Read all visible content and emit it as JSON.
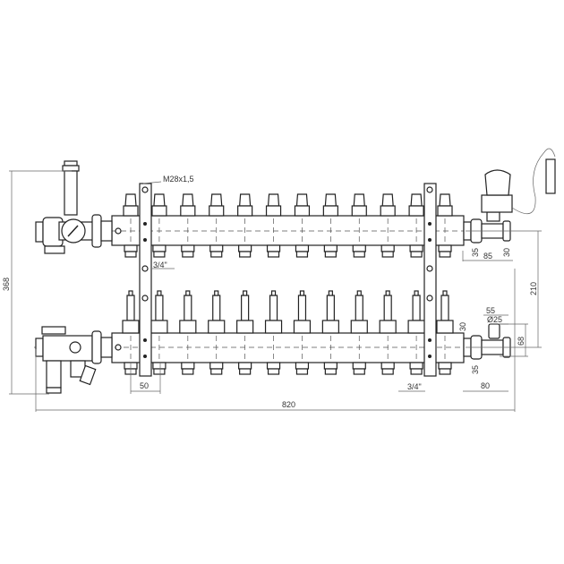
{
  "title": "Manifold assembly drawing",
  "outlets": 12,
  "dimensions": {
    "thread": "M28x1,5",
    "pipe_top": "3/4\"",
    "pipe_bottom": "3/4\"",
    "outlet_spacing": "50",
    "total_height": "368",
    "total_width": "820",
    "top_right_a": "35",
    "top_right_b": "85",
    "top_right_c": "30",
    "bar_spacing": "210",
    "bottom_right_a": "55",
    "bottom_right_b": "Ø25",
    "bottom_right_c": "30",
    "bottom_right_d": "68",
    "bottom_right_e": "35",
    "bottom_right_f": "80"
  }
}
